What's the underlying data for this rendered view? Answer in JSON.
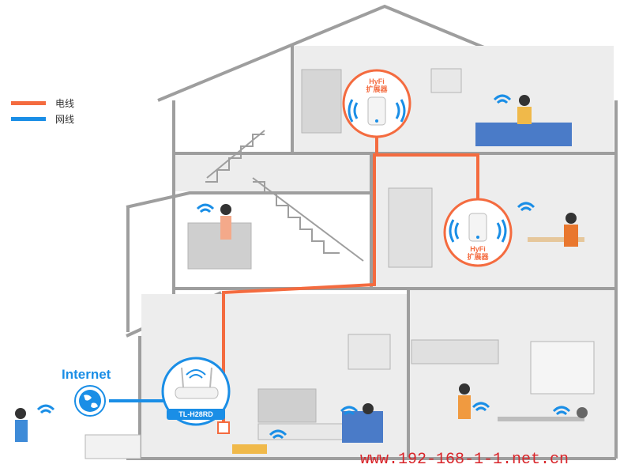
{
  "legend": {
    "power_line": {
      "label": "电线",
      "color": "#f46b3f"
    },
    "network_line": {
      "label": "网线",
      "color": "#1a8ee6"
    }
  },
  "internet": {
    "label": "Internet"
  },
  "router": {
    "label": "TL-H28RD"
  },
  "extenders": [
    {
      "line1": "HyFi",
      "line2": "扩展器"
    },
    {
      "line1": "HyFi",
      "line2": "扩展器"
    }
  ],
  "watermark": "www.192-168-1-1.net.cn",
  "colors": {
    "house": "#dcdcdc",
    "wall": "#a9a9a9",
    "accent_orange": "#f46b3f",
    "accent_blue": "#1a8ee6"
  }
}
